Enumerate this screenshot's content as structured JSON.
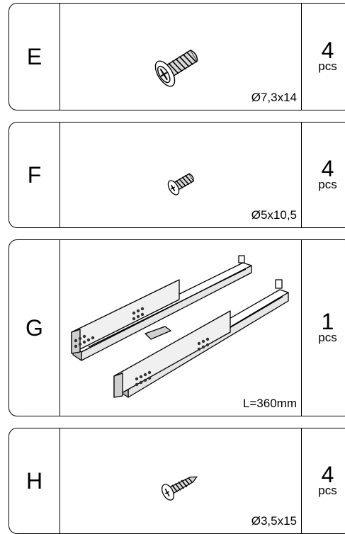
{
  "parts": [
    {
      "letter": "E",
      "size": "Ø7,3x14",
      "quantity": "4",
      "unit": "pcs",
      "icon": "euro-screw-icon"
    },
    {
      "letter": "F",
      "size": "Ø5x10,5",
      "quantity": "4",
      "unit": "pcs",
      "icon": "short-screw-icon"
    },
    {
      "letter": "G",
      "size": "L=360mm",
      "quantity": "1",
      "unit": "pcs",
      "icon": "drawer-slide-icon"
    },
    {
      "letter": "H",
      "size": "Ø3,5x15",
      "quantity": "4",
      "unit": "pcs",
      "icon": "wood-screw-icon"
    }
  ]
}
